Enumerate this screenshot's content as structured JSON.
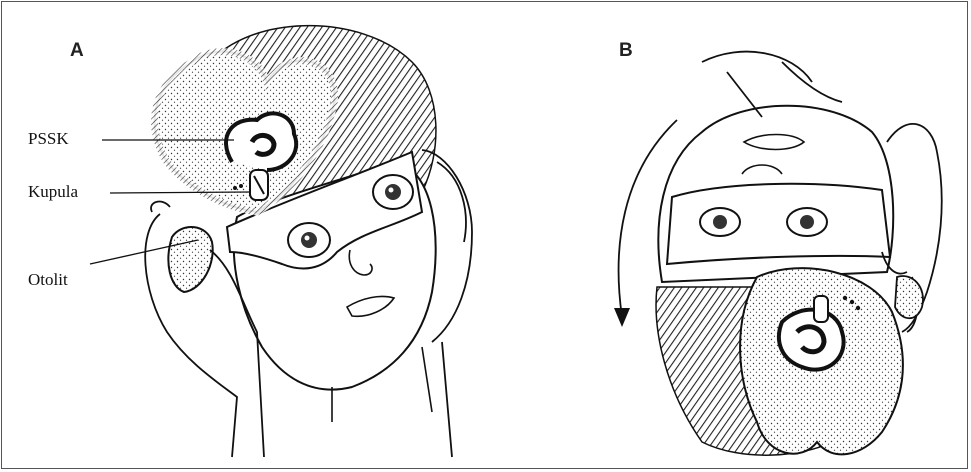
{
  "panels": {
    "a": {
      "label": "A"
    },
    "b": {
      "label": "B"
    }
  },
  "callouts": {
    "pssk": "PSSK",
    "kupula": "Kupula",
    "otolit": "Otolit"
  }
}
